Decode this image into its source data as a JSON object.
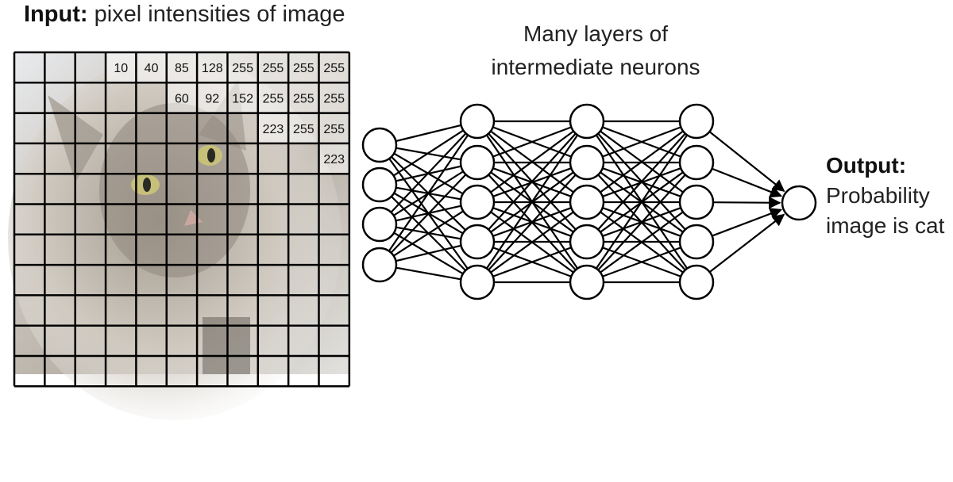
{
  "input_title": {
    "bold": "Input:",
    "rest": " pixel intensities of image"
  },
  "pixel_grid": {
    "rows": 11,
    "cols": 11,
    "values": [
      [
        "",
        "",
        "",
        "10",
        "40",
        "85",
        "128",
        "255",
        "255",
        "255",
        "255"
      ],
      [
        "",
        "",
        "",
        "",
        "",
        "60",
        "92",
        "152",
        "255",
        "255",
        "255"
      ],
      [
        "",
        "",
        "",
        "",
        "",
        "",
        "",
        "",
        "223",
        "255",
        "255"
      ],
      [
        "",
        "",
        "",
        "",
        "",
        "",
        "",
        "",
        "",
        "",
        "223"
      ]
    ]
  },
  "hidden_title": {
    "line1": "Many layers of",
    "line2": "intermediate neurons"
  },
  "network": {
    "layers": [
      4,
      5,
      5,
      5,
      1
    ]
  },
  "output": {
    "head": "Output:",
    "line1": "Probability",
    "line2": "image is cat"
  }
}
